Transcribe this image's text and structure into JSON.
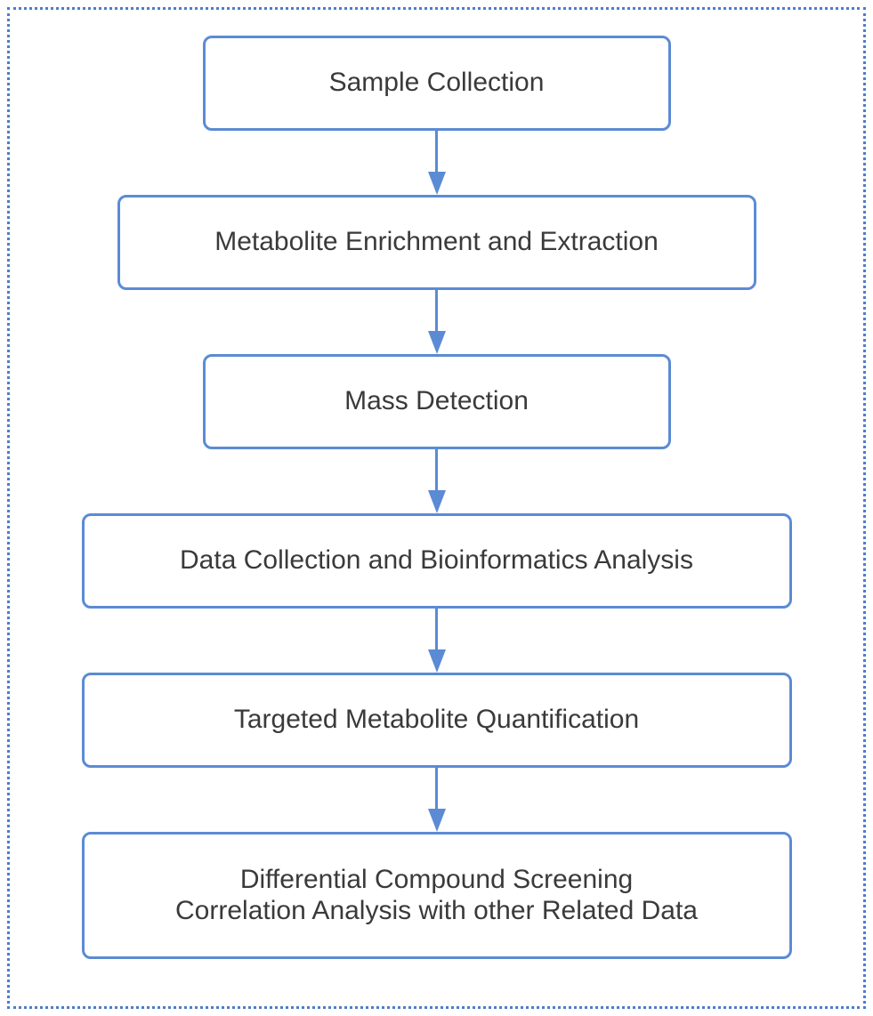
{
  "diagram": {
    "type": "flowchart",
    "direction": "top-down",
    "steps": [
      {
        "label": "Sample Collection"
      },
      {
        "label": "Metabolite Enrichment and Extraction"
      },
      {
        "label": "Mass Detection"
      },
      {
        "label": "Data Collection and Bioinformatics Analysis"
      },
      {
        "label": "Targeted Metabolite Quantification"
      },
      {
        "label": "Differential Compound Screening\nCorrelation Analysis with other Related Data"
      }
    ],
    "connectors": [
      {
        "from": 0,
        "to": 1,
        "style": "arrow-down"
      },
      {
        "from": 1,
        "to": 2,
        "style": "arrow-down"
      },
      {
        "from": 2,
        "to": 3,
        "style": "arrow-down"
      },
      {
        "from": 3,
        "to": 4,
        "style": "arrow-down"
      },
      {
        "from": 4,
        "to": 5,
        "style": "arrow-down"
      }
    ],
    "colors": {
      "box_border": "#5b8bd4",
      "arrow": "#5b8bd4",
      "frame_border": "#4d7dc9",
      "text": "#3a3a3a",
      "background": "#ffffff"
    }
  }
}
